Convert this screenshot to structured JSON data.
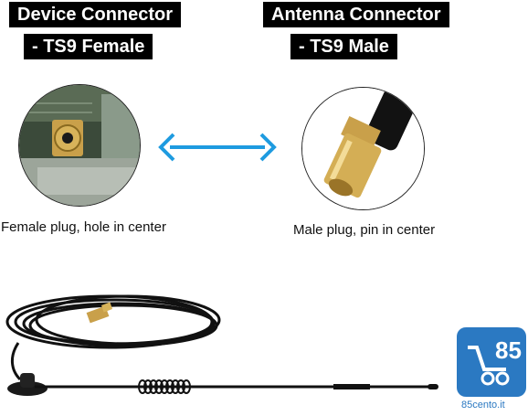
{
  "labels": {
    "device_title": "Device Connector",
    "device_subtitle": "- TS9 Female",
    "antenna_title": "Antenna Connector",
    "antenna_subtitle": "- TS9 Male"
  },
  "captions": {
    "female": "Female plug, hole in center",
    "male": "Male plug, pin in center"
  },
  "brand": {
    "logo_text": "85",
    "name": "85cento.it",
    "color": "#2b79c2"
  },
  "colors": {
    "arrow": "#1e9be0",
    "connector_gold": "#c9a04a",
    "cable": "#111111"
  },
  "icons": {
    "arrow": "double-arrow-icon",
    "logo": "shopping-cart-logo"
  }
}
